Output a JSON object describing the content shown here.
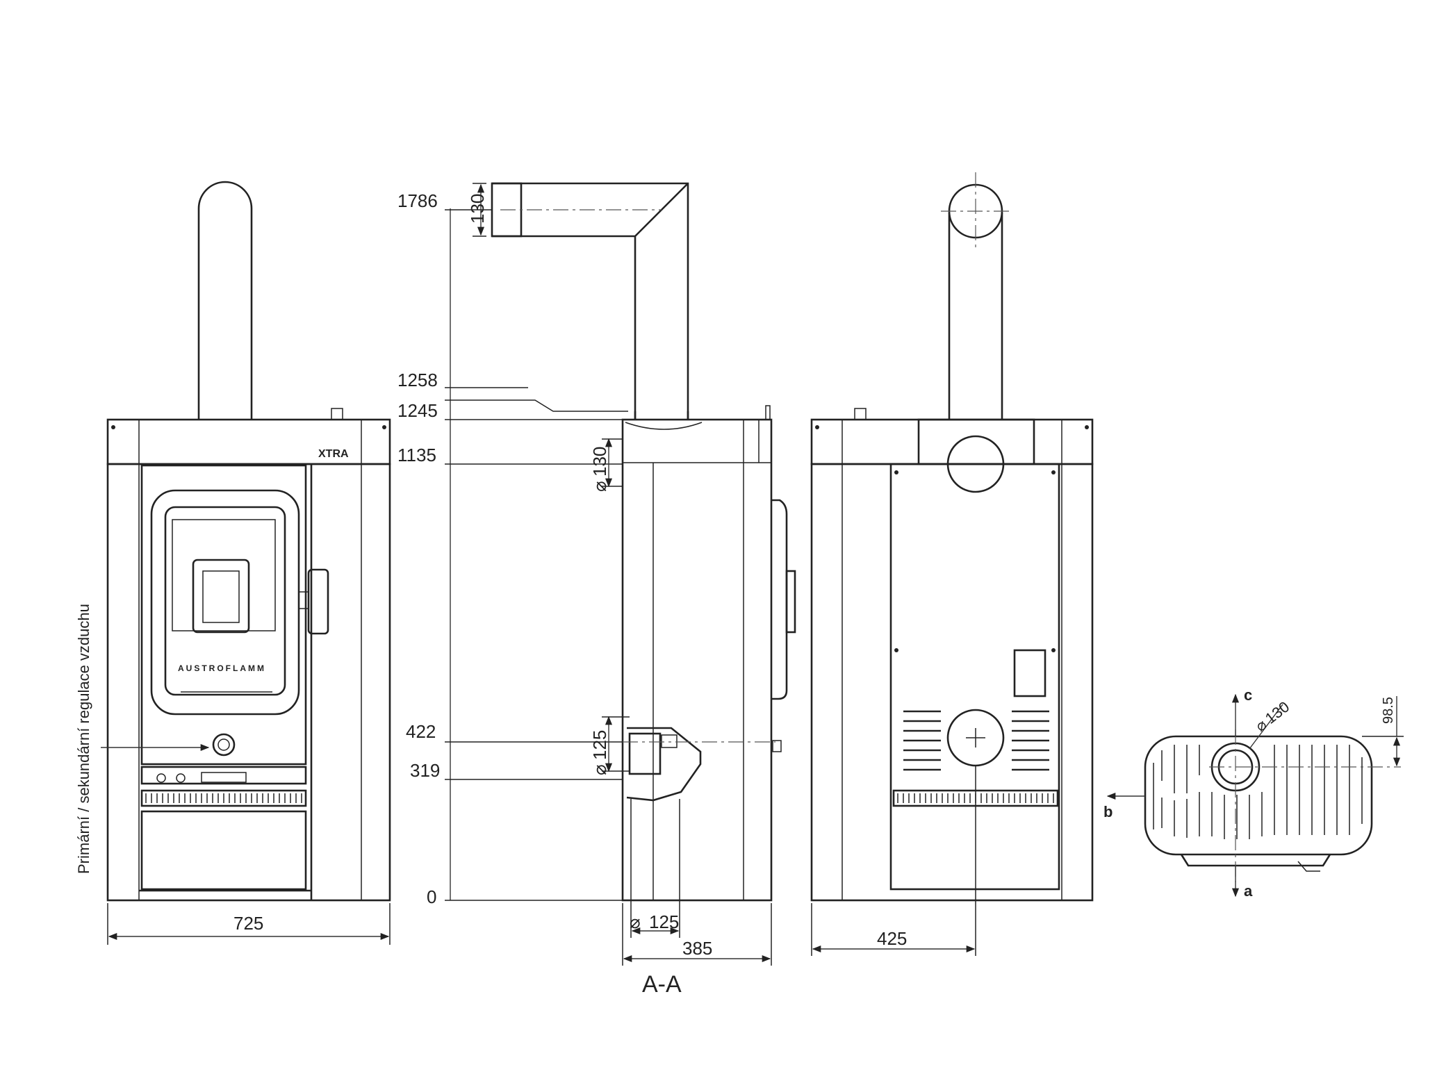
{
  "views": {
    "front": {
      "brand_model": "XTRA",
      "brand_logo": "AUSTROFLAMM",
      "side_label": "Primární / sekundární regulace vzduchu",
      "width": "725"
    },
    "section": {
      "heights": [
        "1786",
        "1258",
        "1245",
        "1135",
        "422",
        "319",
        "0"
      ],
      "pipe_length": "130",
      "flue_top_diameter": "130",
      "air_inlet_diameter": "125",
      "bottom_inlet_diameter": "125",
      "depth": "385",
      "section_label": "A-A"
    },
    "rear": {
      "center_offset": "425"
    },
    "top": {
      "diameter": "130",
      "offset": "98.5",
      "dir_a": "a",
      "dir_b": "b",
      "dir_c": "c"
    }
  },
  "diameter_symbol": "⌀",
  "line_color": "#222222"
}
